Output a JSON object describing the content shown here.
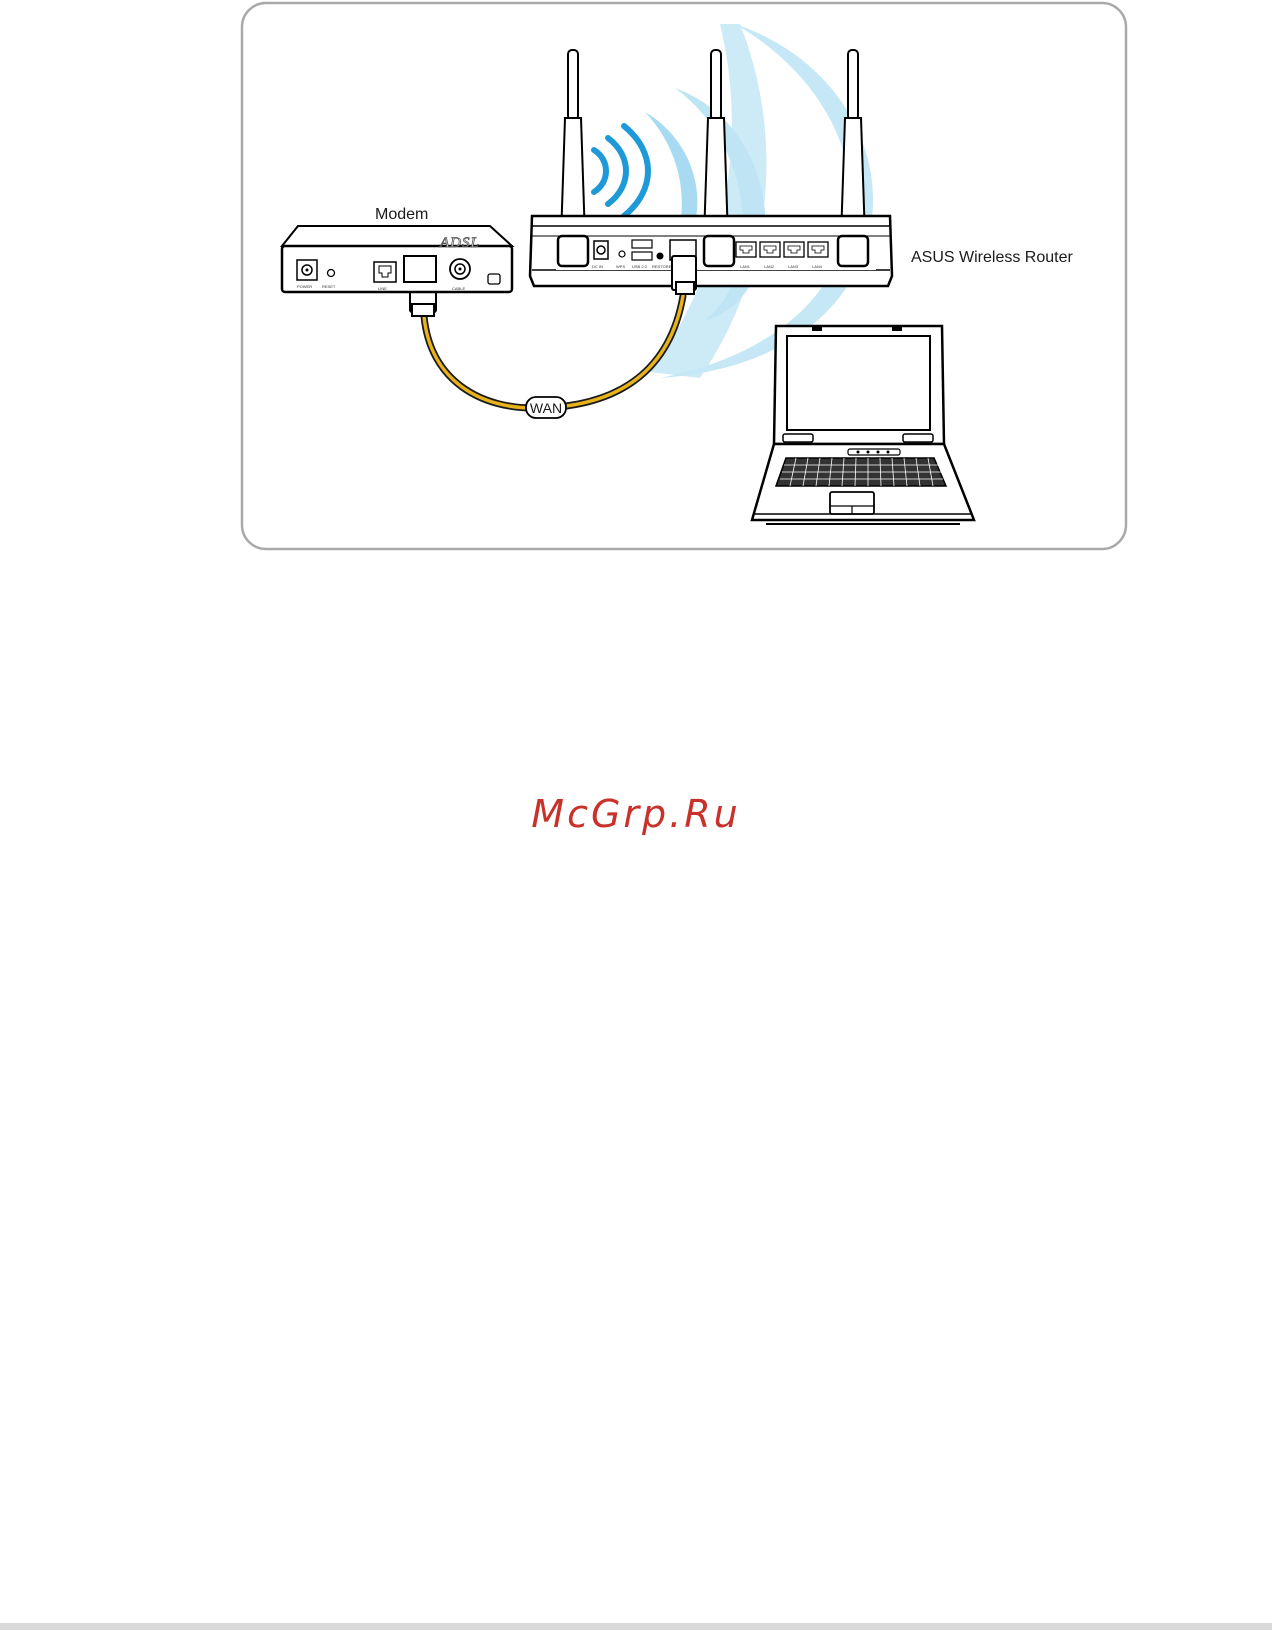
{
  "labels": {
    "modem": "Modem",
    "router": "ASUS Wireless Router",
    "cable": "WAN",
    "modem_brand": "ADSL"
  },
  "modem_ports": {
    "power": "POWER",
    "reset": "RESET",
    "line": "LINE",
    "cable": "CABLE"
  },
  "router_ports": {
    "dc_in": "DC IN",
    "wps": "WPS",
    "usb": "USB 2.0",
    "restore": "RESTORE",
    "lan1": "LAN1",
    "lan2": "LAN2",
    "lan3": "LAN3",
    "lan4": "LAN4"
  },
  "watermark": "McGrp.Ru",
  "colors": {
    "cable": "#e8b31a",
    "signal": "#bfe6f5",
    "signal_dark": "#1e9ad8",
    "frame": "#a9a9a9",
    "watermark": "#c8322b"
  }
}
